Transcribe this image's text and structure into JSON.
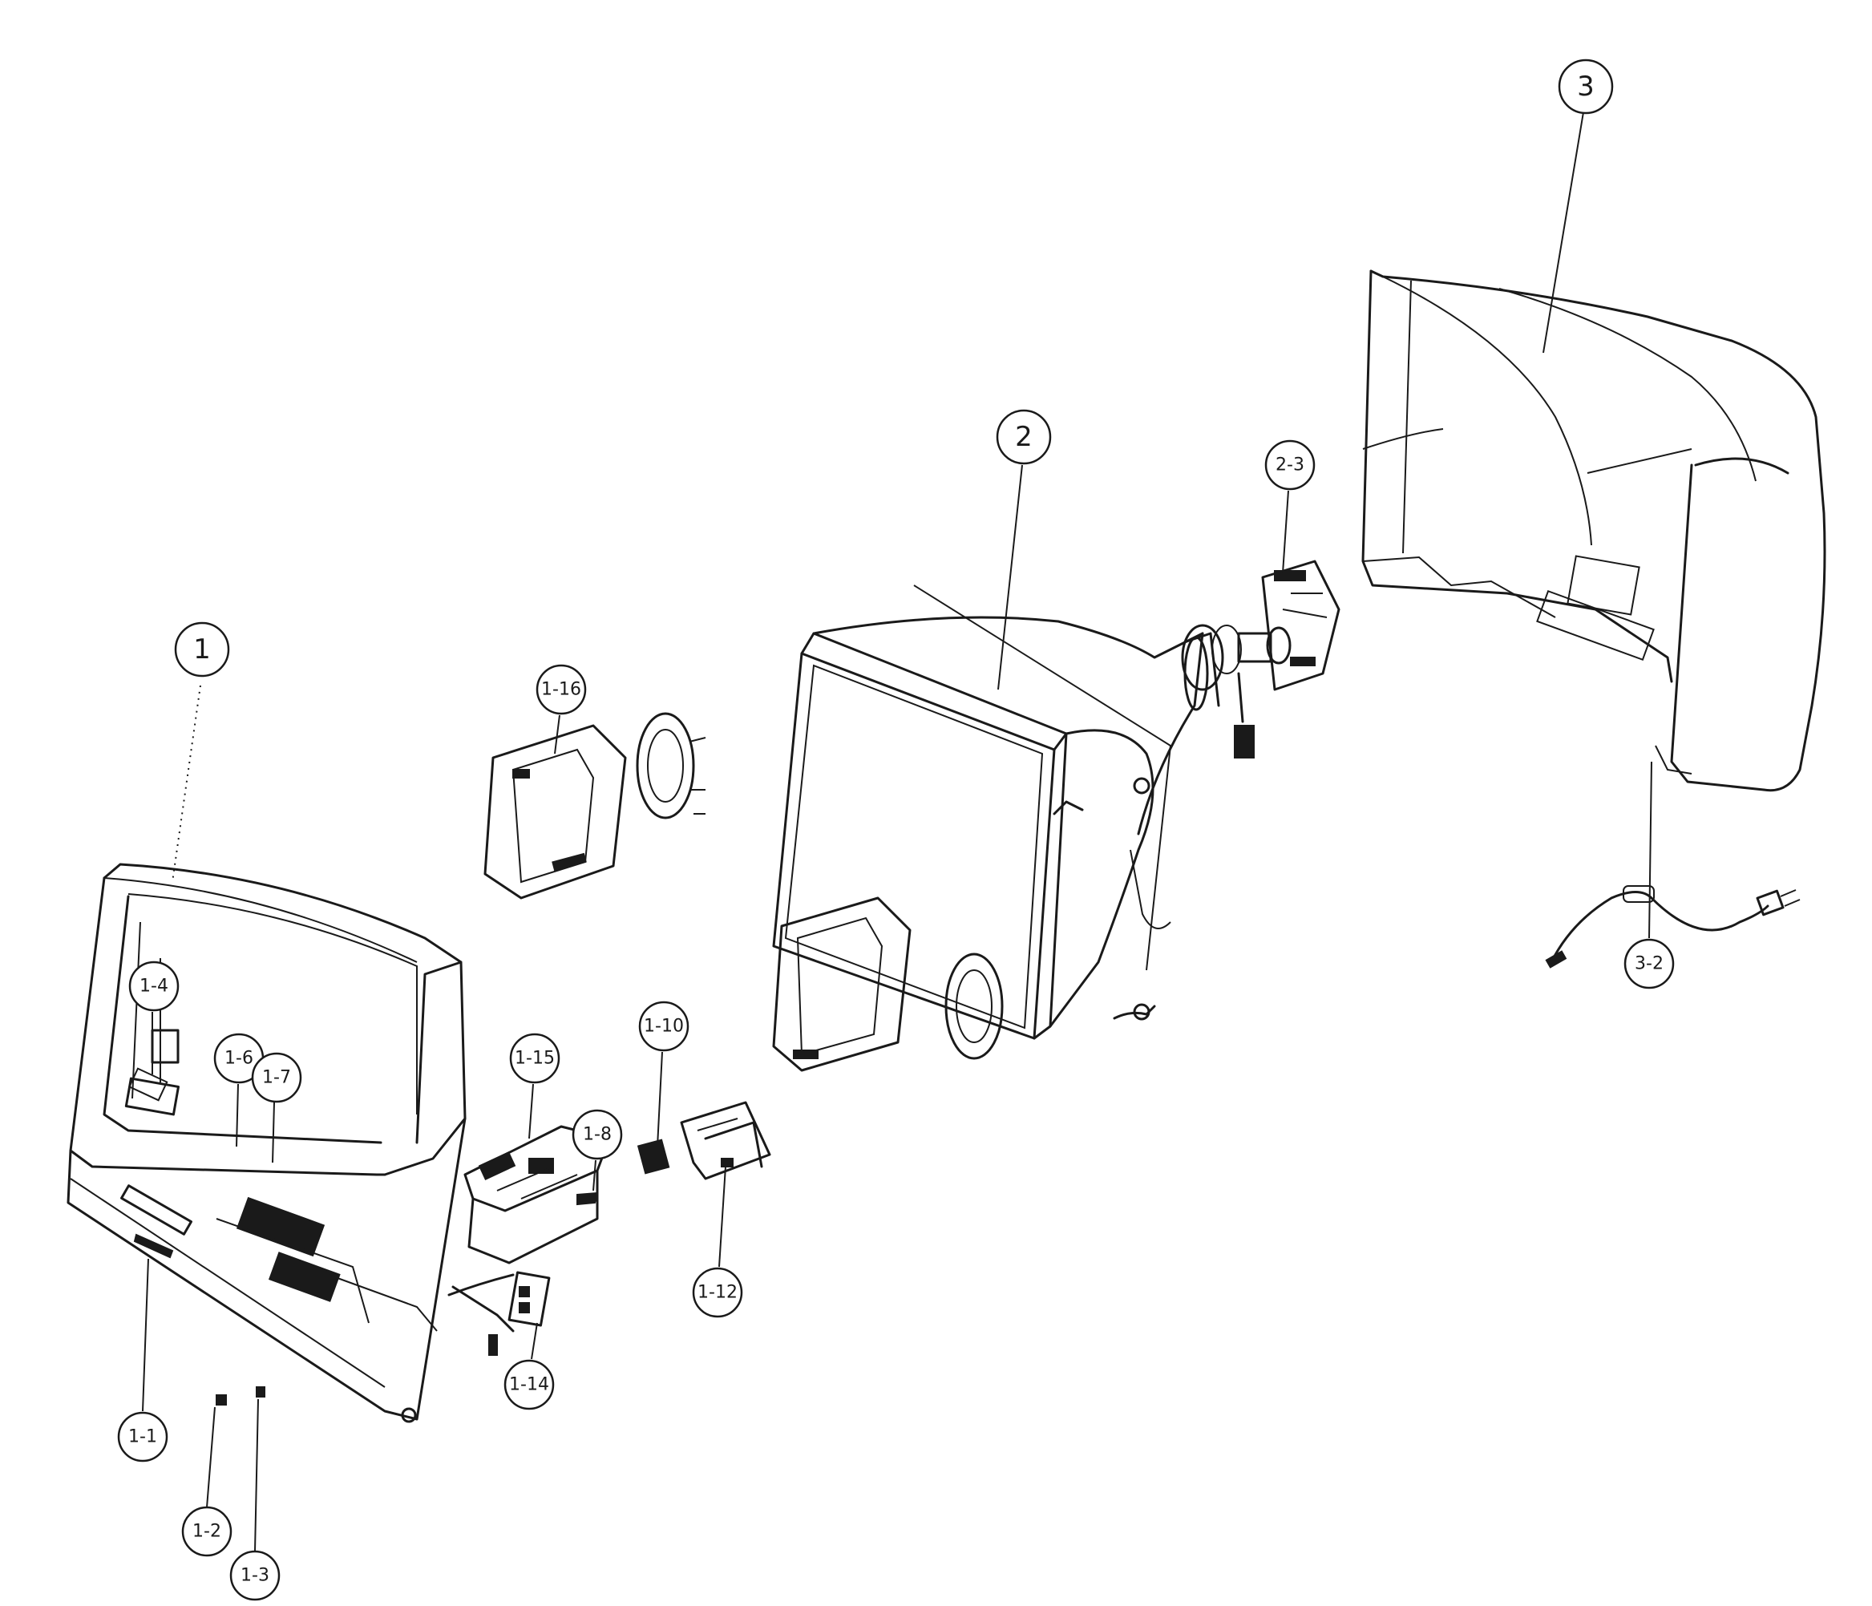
{
  "callouts": {
    "c1": "1",
    "c1_1": "1-1",
    "c1_2": "1-2",
    "c1_3": "1-3",
    "c1_4": "1-4",
    "c1_6": "1-6",
    "c1_7": "1-7",
    "c1_8": "1-8",
    "c1_10": "1-10",
    "c1_12": "1-12",
    "c1_14": "1-14",
    "c1_15": "1-15",
    "c1_16": "1-16",
    "c2": "2",
    "c2_3": "2-3",
    "c3": "3",
    "c3_2": "3-2"
  },
  "colors": {
    "line": "#1a1a1a",
    "background": "#ffffff"
  }
}
